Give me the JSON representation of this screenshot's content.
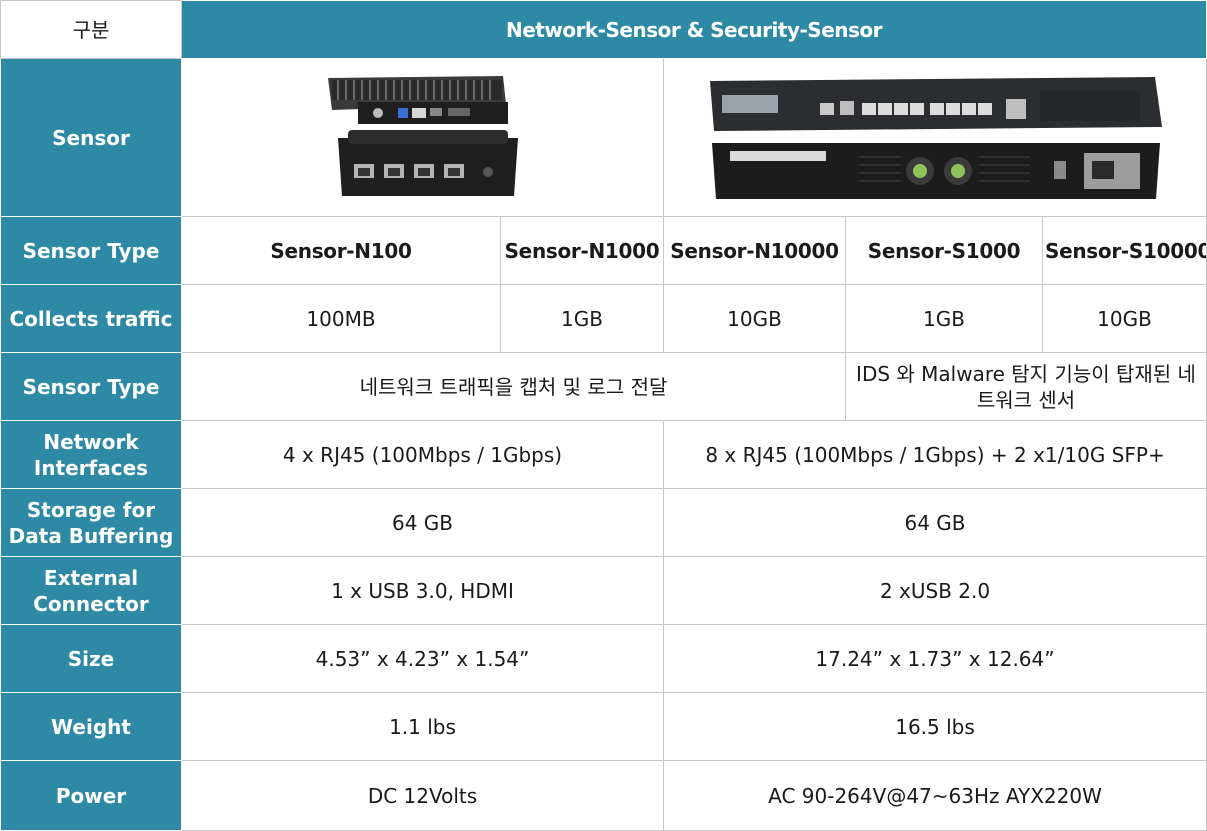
{
  "header": {
    "corner": "구분",
    "title": "Network-Sensor & Security-Sensor"
  },
  "rows": {
    "sensor_label": "Sensor",
    "type_label": "Sensor Type",
    "traffic_label": "Collects traffic",
    "type2_label": "Sensor Type",
    "interfaces_label": "Network Interfaces",
    "storage_label": "Storage for Data Buffering",
    "connector_label": "External Connector",
    "size_label": "Size",
    "weight_label": "Weight",
    "power_label": "Power"
  },
  "images": {
    "small_device_icon": "mini-pc-device",
    "rack_device_icon": "rackmount-appliance"
  },
  "models": [
    "Sensor-N100",
    "Sensor-N1000",
    "Sensor-N10000",
    "Sensor-S1000",
    "Sensor-S10000"
  ],
  "traffic": [
    "100MB",
    "1GB",
    "10GB",
    "1GB",
    "10GB"
  ],
  "type_desc": {
    "network": "네트워크 트래픽을 캡처 및 로그 전달",
    "security": "IDS 와 Malware 탐지 기능이 탑재된 네트워크 센서"
  },
  "specs": {
    "interfaces": [
      "4 x RJ45 (100Mbps / 1Gbps)",
      "8 x RJ45 (100Mbps / 1Gbps) + 2 x1/10G SFP+"
    ],
    "storage": [
      "64 GB",
      "64 GB"
    ],
    "connector": [
      "1 x USB 3.0, HDMI",
      "2 xUSB 2.0"
    ],
    "size": [
      "4.53” x 4.23” x 1.54”",
      "17.24” x 1.73” x 12.64”"
    ],
    "weight": [
      "1.1 lbs",
      "16.5 lbs"
    ],
    "power": [
      "DC 12Volts",
      "AC 90-264V@47~63Hz AYX220W"
    ]
  },
  "colors": {
    "header_bg": "#2e8aa4",
    "header_text": "#ffffff",
    "border": "#c8c8c8"
  }
}
